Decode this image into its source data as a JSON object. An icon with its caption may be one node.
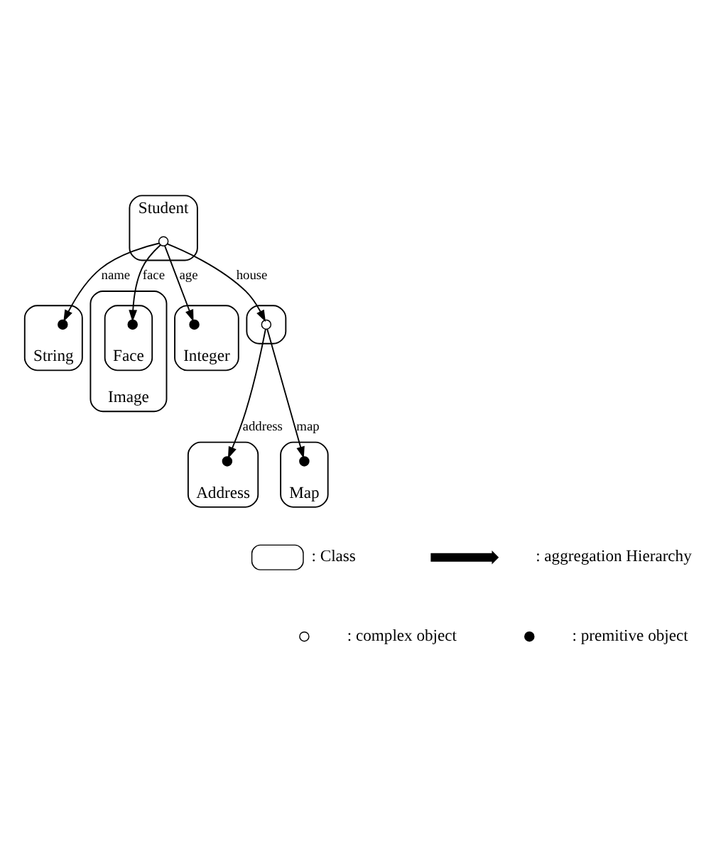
{
  "diagram": {
    "nodes": [
      {
        "text": [
          "Student"
        ]
      },
      {
        "text": [],
        "shape": "circle",
        "in": 0
      },
      {
        "text": [
          "String"
        ]
      },
      {
        "text": [],
        "shape": "circle",
        "in": 2
      },
      {
        "text": [
          "Image"
        ]
      },
      {
        "text": [
          "Face"
        ],
        "in": 4
      },
      {
        "text": [],
        "shape": "circle",
        "in": 5
      },
      {
        "text": [
          "Integer"
        ]
      },
      {
        "text": [],
        "shape": "circle",
        "in": 7
      },
      {
        "text": [],
        "shape": "ellipse"
      },
      {
        "text": [],
        "shape": "circle",
        "in": 9
      },
      {
        "text": [
          "Address"
        ]
      },
      {
        "text": [],
        "shape": "circle",
        "in": 11
      },
      {
        "text": [
          "Map"
        ]
      },
      {
        "text": [],
        "shape": "circle",
        "in": 13
      }
    ],
    "edges": [
      {
        "from": 1,
        "to": 3,
        "arrow": "to",
        "label": "name"
      },
      {
        "from": 1,
        "to": 8,
        "arrow": "to",
        "label": "age"
      },
      {
        "from": 1,
        "to": 10,
        "arrow": "to",
        "label": "house"
      },
      {
        "from": 1,
        "to": 6,
        "arrow": "to",
        "label": "face"
      },
      {
        "from": 10,
        "to": 12,
        "arrow": "to",
        "label": "address"
      },
      {
        "from": 10,
        "to": 14,
        "arrow": "to",
        "label": "map"
      }
    ],
    "legend": [
      {
        "text": ": Class"
      },
      {
        "text": ": aggregation Hierarchy"
      },
      {
        "text": ": complex object"
      },
      {
        "text": ": premitive object"
      }
    ]
  }
}
